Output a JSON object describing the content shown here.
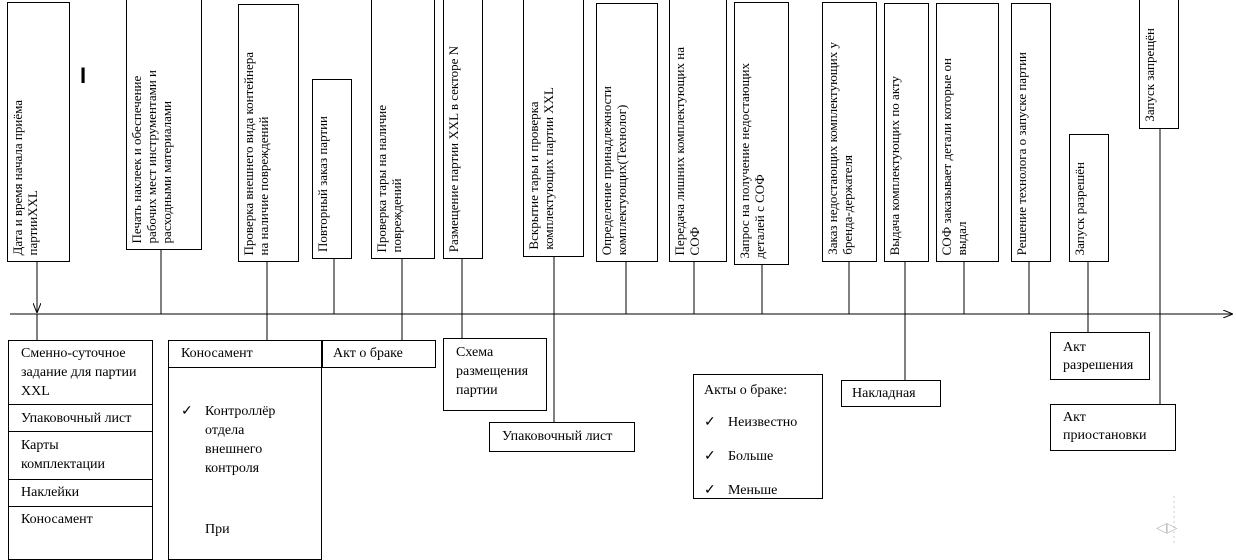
{
  "top_labels": [
    "Дата и время начала  приёма\nпартииXXL",
    "Печать наклеек и обеспечение\nрабочих мест инструментами и\nрасходными материалами",
    "Проверка внешнего вида  контейнера\nна наличие повреждений",
    "Повторный заказ партии",
    "Проверка тары на наличие\nповреждений",
    "Размещение партии XXL  в секторе N",
    "Вскрытие тары и  проверка\nкомплектующих партии XXL",
    "Определение принадлежности\nкомплектующих(Технолог)",
    "Передача лишних комплектующих на\nСОФ",
    "Запрос на получение недостающих\nдеталей с СОФ",
    "Заказ недостающих комплектующих у\nбренда-держателя",
    "Выдача комплектующих по акту",
    "СОФ заказывает детали  которые он\nвыдал",
    "Решение технолога о запуске партии",
    "Запуск разрешён",
    "Запуск запрещён"
  ],
  "docs": {
    "start_list": [
      "Сменно-суточное задание для партии XXL",
      "Упаковочный лист",
      "Карты комплектации",
      "Наклейки",
      "Коносамент"
    ],
    "konosament": {
      "title": "Коносамент",
      "items": [
        "Контроллёр отдела внешнего контроля",
        "При"
      ]
    },
    "akt_brak": "Акт о браке",
    "schema": "Схема размещения партии",
    "pack_list": "Упаковочный лист",
    "akty_brak": {
      "title": "Акты о браке:",
      "items": [
        "Неизвестно",
        "Больше",
        "Меньше"
      ]
    },
    "nakladnaya": "Накладная",
    "akt_razresh": "Акт разрешения",
    "akt_priost": "Акт приостановки"
  },
  "check_symbol": "✓",
  "cursor_mark": "I"
}
